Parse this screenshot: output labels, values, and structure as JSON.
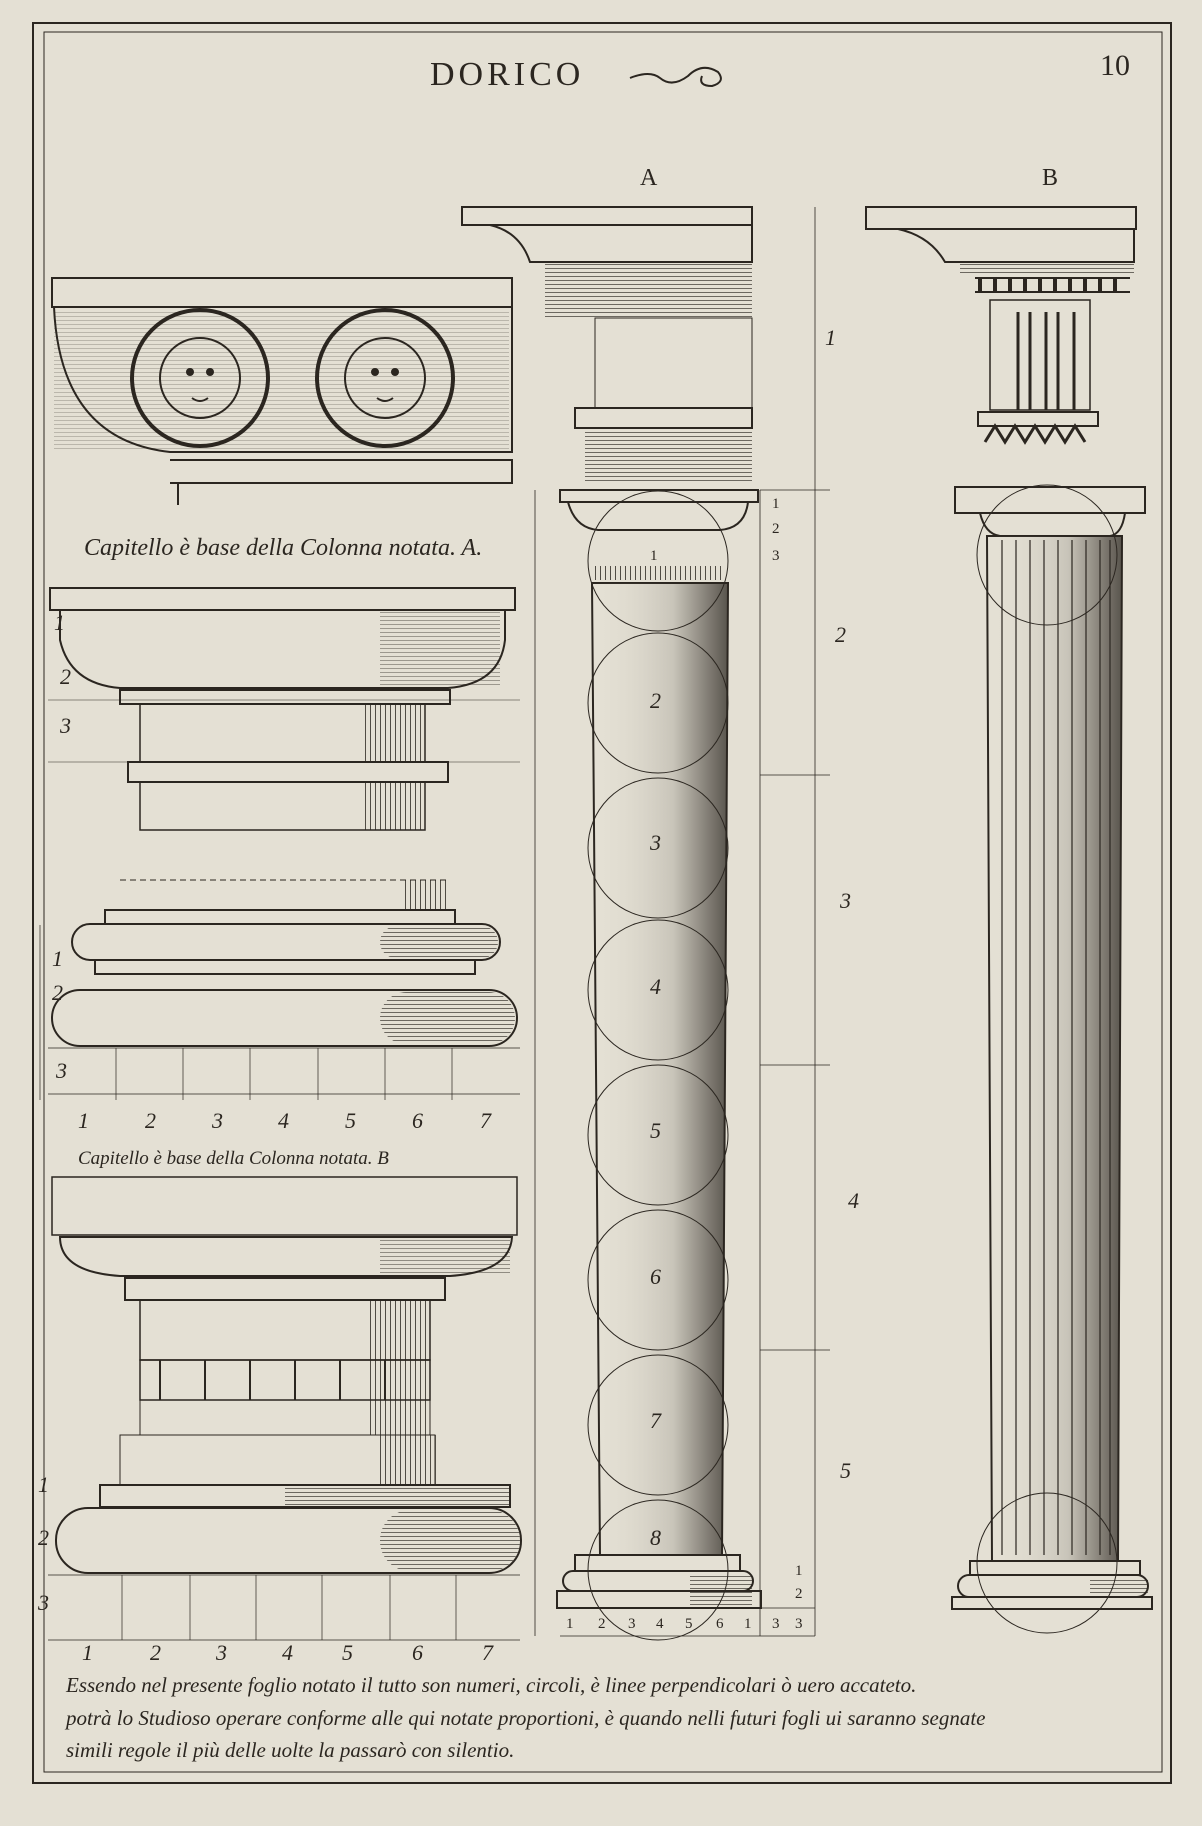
{
  "plate": {
    "title": "DORICO",
    "page_number": "10",
    "label_a": "A",
    "label_b": "B",
    "caption_a": "Capitello è base della Colonna notata. A.",
    "caption_b": "Capitello è base della Colonna notata. B",
    "module_numbers": [
      "1",
      "2",
      "3",
      "4",
      "5",
      "6",
      "7"
    ],
    "column_a_circle_numbers": [
      "1",
      "2",
      "3",
      "4",
      "5",
      "6",
      "7",
      "8"
    ],
    "column_a_base_numbers": [
      "1",
      "2",
      "3",
      "4",
      "5",
      "6",
      "1",
      "3"
    ],
    "height_divisions": [
      "1",
      "2",
      "3",
      "4",
      "5"
    ],
    "side_marks": [
      "1",
      "2",
      "3"
    ],
    "text_lines": [
      "Essendo nel presente foglio notato il tutto son numeri, circoli, è linee perpendicolari ò uero accateto.",
      "potrà lo Studioso operare conforme alle qui notate proportioni, è quando nelli futuri fogli ui saranno segnate",
      "simili regole il più delle uolte la passarò con silentio."
    ]
  },
  "colors": {
    "paper": "#e4e0d4",
    "ink": "#2b2620"
  }
}
